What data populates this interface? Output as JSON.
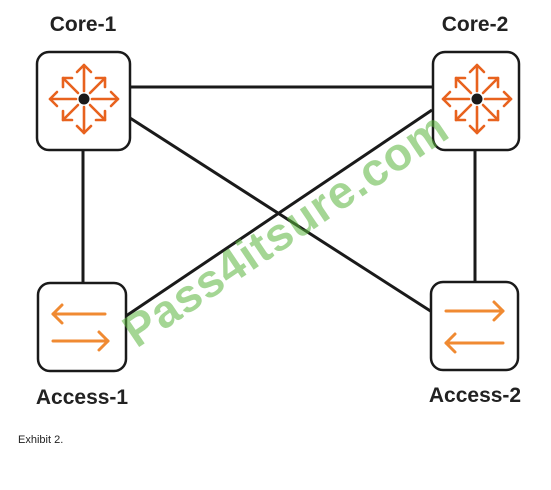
{
  "nodes": {
    "core_1": {
      "label": "Core-1",
      "type": "core"
    },
    "core_2": {
      "label": "Core-2",
      "type": "core"
    },
    "access_1": {
      "label": "Access-1",
      "type": "access"
    },
    "access_2": {
      "label": "Access-2",
      "type": "access"
    }
  },
  "links": [
    [
      "core_1",
      "core_2"
    ],
    [
      "core_1",
      "access_1"
    ],
    [
      "core_2",
      "access_2"
    ],
    [
      "core_1",
      "access_2"
    ],
    [
      "core_2",
      "access_1"
    ]
  ],
  "watermark": "Pass4itsure.com",
  "caption": "Exhibit 2.",
  "colors": {
    "core_icon": "#e8621e",
    "access_icon": "#f08a32",
    "link": "#1a1a1a",
    "watermark": "#5ab43c"
  },
  "icons": {
    "core": "router-arrows-icon",
    "access": "switch-arrows-icon"
  }
}
